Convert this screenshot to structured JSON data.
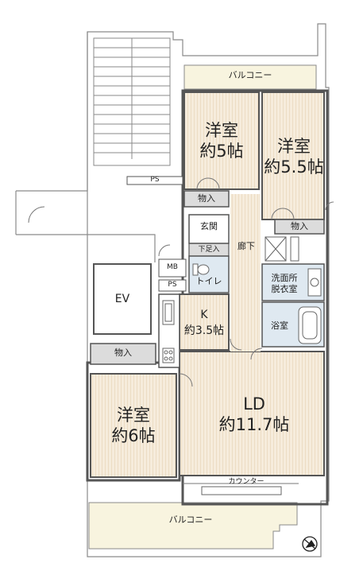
{
  "labels": {
    "balcony_top": "バルコニー",
    "balcony_bottom": "バルコニー",
    "western_room_5_name": "洋室",
    "western_room_5_size": "約5帖",
    "western_room_55_name": "洋室",
    "western_room_55_size": "約5.5帖",
    "western_room_6_name": "洋室",
    "western_room_6_size": "約6帖",
    "storage_1": "物入",
    "storage_2": "物入",
    "storage_3": "物入",
    "entrance": "玄関",
    "shoe_closet": "下足入",
    "hallway": "廊下",
    "toilet": "トイレ",
    "washroom_line1": "洗面所",
    "washroom_line2": "脱衣室",
    "bathroom": "浴室",
    "kitchen_name": "K",
    "kitchen_size": "約3.5帖",
    "ld_name": "LD",
    "ld_size": "約11.7帖",
    "elevator": "EV",
    "mb": "MB",
    "ps_1": "PS",
    "ps_2": "PS",
    "counter": "カウンター"
  },
  "colors": {
    "floor_wood": "#f6ecdc",
    "floor_wood_line": "#e9d9c0",
    "storage_fill": "#dcdcdc",
    "wet_area_fill": "#dfe9f1",
    "balcony_fill": "#f7f2dc",
    "wall": "#555555",
    "outline": "#8a8a8a"
  },
  "icons": [
    "compass-north-icon",
    "toilet-icon",
    "sink-icon",
    "bathtub-icon",
    "stove-icon",
    "kitchen-sink-icon",
    "washing-machine-icon"
  ]
}
